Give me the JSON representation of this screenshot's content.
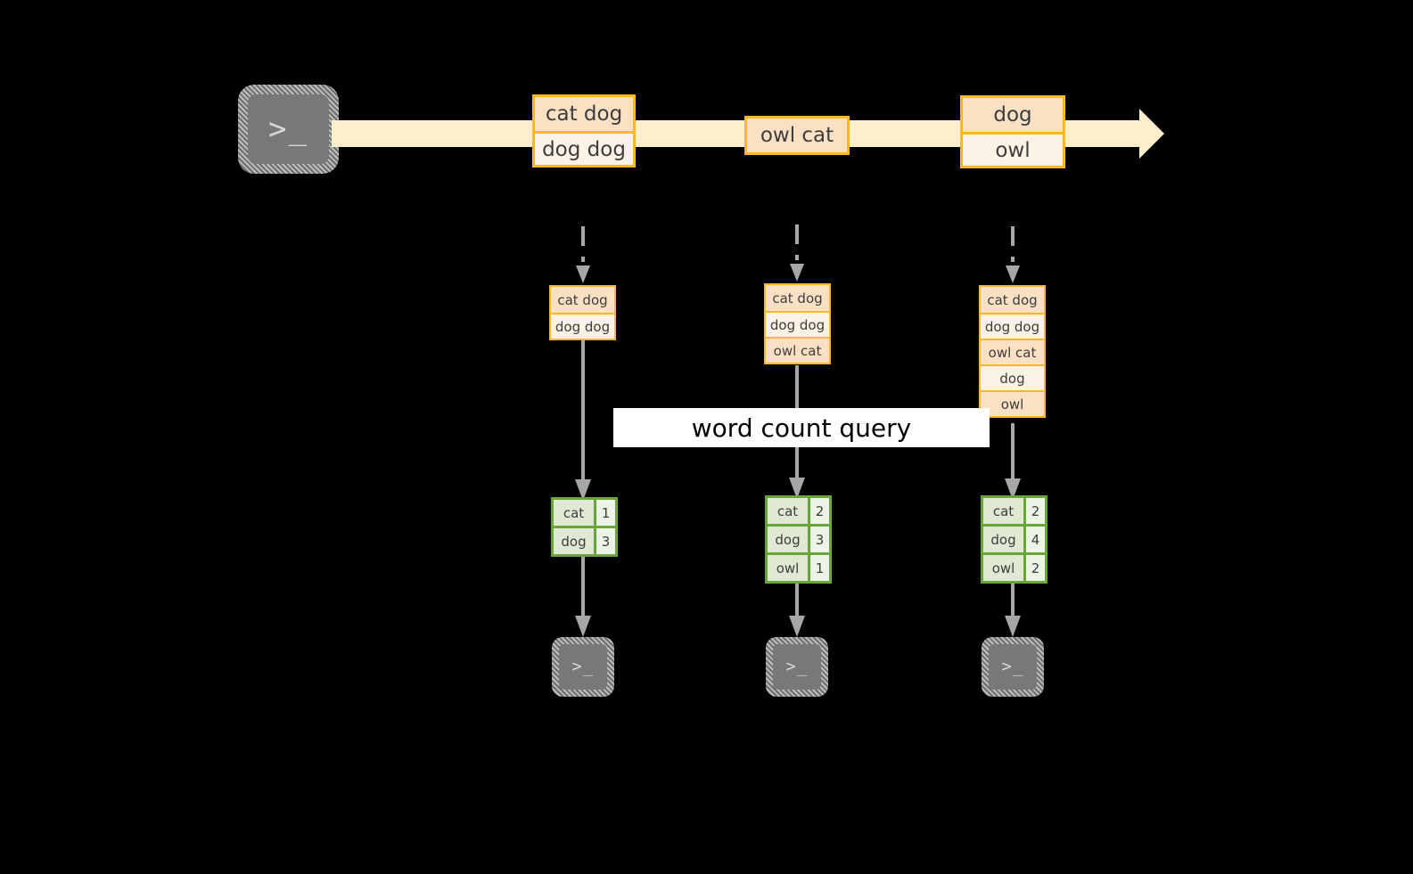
{
  "diagram": {
    "title": "word count query",
    "colors": {
      "background": "#000000",
      "stream_fill": "#fdefc9",
      "box_border": "#ffb81f",
      "box_fill_dark": "#fce0c4",
      "box_fill_light": "#fdf2e6",
      "table_border": "#6aa539",
      "table_fill_word": "#dfe9d3",
      "table_fill_num": "#eef3e8",
      "arrow_gray": "#a6a6a6",
      "terminal_gray": "#787878",
      "label_bg": "#ffffff",
      "label_text": "#000000"
    }
  },
  "source": {
    "icon": "terminal-icon",
    "glyph": ">_"
  },
  "stream": {
    "name": "event-stream-arrow",
    "direction": "right",
    "events": [
      {
        "id": "event-1",
        "lines": [
          "cat dog",
          "dog dog"
        ]
      },
      {
        "id": "event-2",
        "lines": [
          "owl cat"
        ]
      },
      {
        "id": "event-3",
        "lines": [
          "dog",
          "owl"
        ]
      }
    ]
  },
  "snapshots": [
    {
      "id": "snapshot-1",
      "lines": [
        "cat dog",
        "dog dog"
      ],
      "result": {
        "rows": [
          {
            "word": "cat",
            "count": "1"
          },
          {
            "word": "dog",
            "count": "3"
          }
        ]
      },
      "sink": {
        "icon": "terminal-icon",
        "glyph": ">_"
      }
    },
    {
      "id": "snapshot-2",
      "lines": [
        "cat dog",
        "dog dog",
        "owl cat"
      ],
      "result": {
        "rows": [
          {
            "word": "cat",
            "count": "2"
          },
          {
            "word": "dog",
            "count": "3"
          },
          {
            "word": "owl",
            "count": "1"
          }
        ]
      },
      "sink": {
        "icon": "terminal-icon",
        "glyph": ">_"
      }
    },
    {
      "id": "snapshot-3",
      "lines": [
        "cat dog",
        "dog dog",
        "owl cat",
        "dog",
        "owl"
      ],
      "result": {
        "rows": [
          {
            "word": "cat",
            "count": "2"
          },
          {
            "word": "dog",
            "count": "4"
          },
          {
            "word": "owl",
            "count": "2"
          }
        ]
      },
      "sink": {
        "icon": "terminal-icon",
        "glyph": ">_"
      }
    }
  ]
}
